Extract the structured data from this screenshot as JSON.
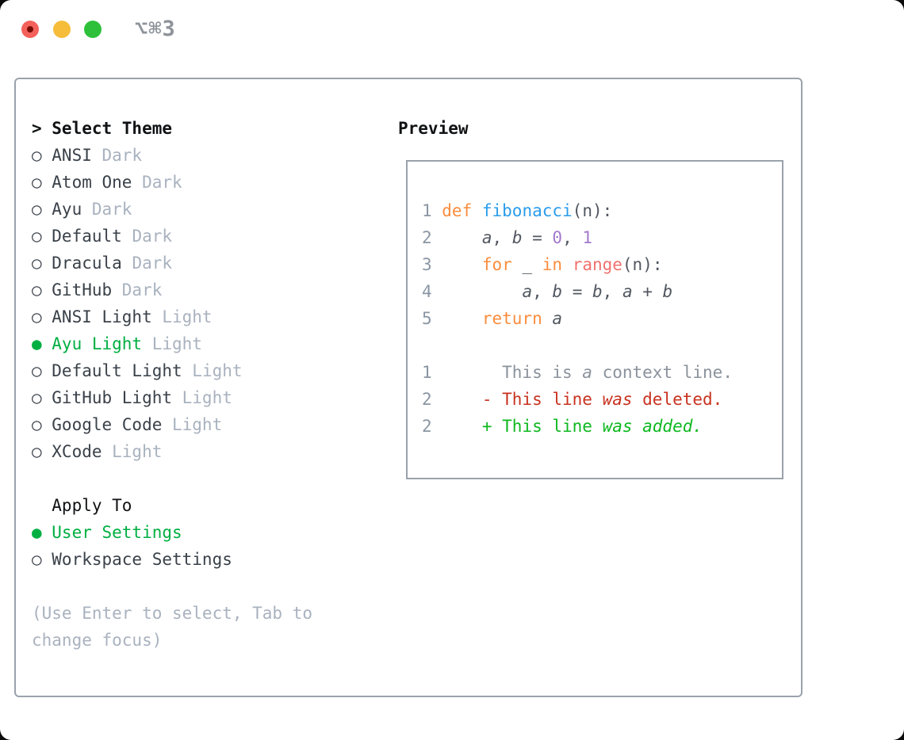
{
  "window": {
    "shortcut": "⌥⌘3",
    "traffic_lights": [
      "close",
      "minimize",
      "zoom"
    ]
  },
  "theme_list": {
    "header": {
      "marker": ">",
      "label": "Select Theme"
    },
    "items": [
      {
        "name": "ANSI",
        "variant": "Dark",
        "selected": false
      },
      {
        "name": "Atom One",
        "variant": "Dark",
        "selected": false
      },
      {
        "name": "Ayu",
        "variant": "Dark",
        "selected": false
      },
      {
        "name": "Default",
        "variant": "Dark",
        "selected": false
      },
      {
        "name": "Dracula",
        "variant": "Dark",
        "selected": false
      },
      {
        "name": "GitHub",
        "variant": "Dark",
        "selected": false
      },
      {
        "name": "ANSI Light",
        "variant": "Light",
        "selected": false
      },
      {
        "name": "Ayu Light",
        "variant": "Light",
        "selected": true
      },
      {
        "name": "Default Light",
        "variant": "Light",
        "selected": false
      },
      {
        "name": "GitHub Light",
        "variant": "Light",
        "selected": false
      },
      {
        "name": "Google Code",
        "variant": "Light",
        "selected": false
      },
      {
        "name": "XCode",
        "variant": "Light",
        "selected": false
      }
    ],
    "marker_unselected": "○",
    "marker_selected": "●"
  },
  "apply_to": {
    "header": "Apply To",
    "options": [
      {
        "label": "User Settings",
        "selected": true
      },
      {
        "label": "Workspace Settings",
        "selected": false
      }
    ]
  },
  "help_text": "(Use Enter to select, Tab to change focus)",
  "preview": {
    "header": "Preview",
    "lines": [
      {
        "num": "1",
        "segments": [
          {
            "t": "def",
            "c": "kw"
          },
          {
            "t": " "
          },
          {
            "t": "fibonacci",
            "c": "fn"
          },
          {
            "t": "(n):"
          }
        ]
      },
      {
        "num": "2",
        "segments": [
          {
            "t": "    "
          },
          {
            "t": "a",
            "i": true
          },
          {
            "t": ", "
          },
          {
            "t": "b",
            "i": true
          },
          {
            "t": " = "
          },
          {
            "t": "0",
            "c": "nl"
          },
          {
            "t": ", "
          },
          {
            "t": "1",
            "c": "nl"
          }
        ]
      },
      {
        "num": "3",
        "segments": [
          {
            "t": "    "
          },
          {
            "t": "for",
            "c": "kw"
          },
          {
            "t": " _ "
          },
          {
            "t": "in",
            "c": "kw"
          },
          {
            "t": " "
          },
          {
            "t": "range",
            "c": "sp"
          },
          {
            "t": "(n):"
          }
        ]
      },
      {
        "num": "4",
        "segments": [
          {
            "t": "        "
          },
          {
            "t": "a",
            "i": true
          },
          {
            "t": ", "
          },
          {
            "t": "b",
            "i": true
          },
          {
            "t": " = "
          },
          {
            "t": "b",
            "i": true
          },
          {
            "t": ", "
          },
          {
            "t": "a",
            "i": true
          },
          {
            "t": " + "
          },
          {
            "t": "b",
            "i": true
          }
        ]
      },
      {
        "num": "5",
        "segments": [
          {
            "t": "    "
          },
          {
            "t": "return",
            "c": "kw"
          },
          {
            "t": " "
          },
          {
            "t": "a",
            "i": true
          }
        ]
      },
      {
        "num": "",
        "segments": []
      },
      {
        "num": "1",
        "segments": [
          {
            "t": "      This is ",
            "c": "ctx"
          },
          {
            "t": "a",
            "c": "ctx",
            "i": true
          },
          {
            "t": " context line.",
            "c": "ctx"
          }
        ]
      },
      {
        "num": "2",
        "segments": [
          {
            "t": "    - This line ",
            "c": "del"
          },
          {
            "t": "was",
            "c": "del",
            "i": true
          },
          {
            "t": " deleted.",
            "c": "del"
          }
        ]
      },
      {
        "num": "2",
        "segments": [
          {
            "t": "    + This line ",
            "c": "add"
          },
          {
            "t": "was added.",
            "c": "add",
            "i": true
          }
        ]
      }
    ]
  },
  "colors": {
    "accent_green": "#00af42",
    "diff_added": "#0db81f",
    "diff_deleted": "#c8321f",
    "syntax_keyword": "#fa8d3e",
    "syntax_function": "#2a9cea",
    "syntax_special": "#f0716e",
    "syntax_number": "#a37acc",
    "code_text": "#515760",
    "context_line": "#8a929b",
    "line_number": "#8a96a3",
    "muted": "#a9b2bf",
    "item_text": "#3a4149",
    "heading_text": "#101214",
    "panel_border": "#9aa2ac",
    "traffic_red": "#f4605a",
    "traffic_red_dot": "#770b04",
    "traffic_yellow": "#f6bd3a",
    "traffic_green": "#2ec03a",
    "shortcut_text": "#8e939a"
  }
}
